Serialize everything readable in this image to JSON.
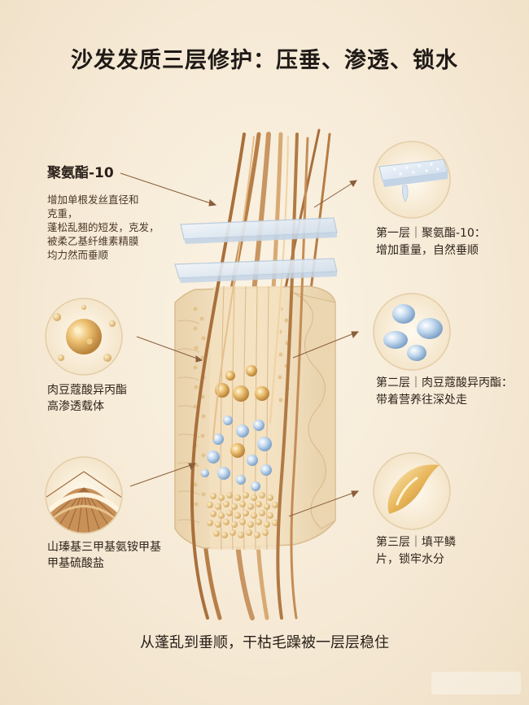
{
  "title": "沙发发质三层修护：压垂、渗透、锁水",
  "caption": "从蓬乱到垂顺，干枯毛躁被一层层稳住",
  "left_labels": {
    "polyquat": {
      "name": "聚氨酯-10",
      "desc": [
        "增加单根发丝直径和",
        "克重，",
        "蓬松乱翘的短发，克发，",
        "被柔乙基纤维素精膜",
        "均力然而垂顺"
      ]
    },
    "ipm": {
      "lines": [
        "肉豆蔻酸异丙酯",
        "高渗透载体"
      ]
    },
    "behentrimonium": {
      "lines": [
        "山瑧基三甲基氨铵甲基",
        "甲基硫酸盐"
      ]
    }
  },
  "right_labels": {
    "layer1": {
      "lines": [
        "第一层｜聚氨酯-10：",
        "增加重量，自然垂顺"
      ]
    },
    "layer2": {
      "lines": [
        "第二层｜肉豆蔻酸异丙酯：",
        "带着营养往深处走"
      ]
    },
    "layer3": {
      "lines": [
        "第三层｜填平鳞",
        "片，锁牢水分"
      ]
    }
  },
  "colors": {
    "hair": "#c9955f",
    "hair_dark": "#a26a3c",
    "cortex": "#f1dcb8",
    "gold_bead": "#e4b766",
    "blue_bead": "#a9c6e4",
    "film": "#e6eef7",
    "leader": "#8b5e3c"
  },
  "icons": [
    "film-drop-icon",
    "blue-droplets-icon",
    "golden-serum-icon",
    "golden-sphere-icon",
    "cuticle-fan-icon"
  ]
}
